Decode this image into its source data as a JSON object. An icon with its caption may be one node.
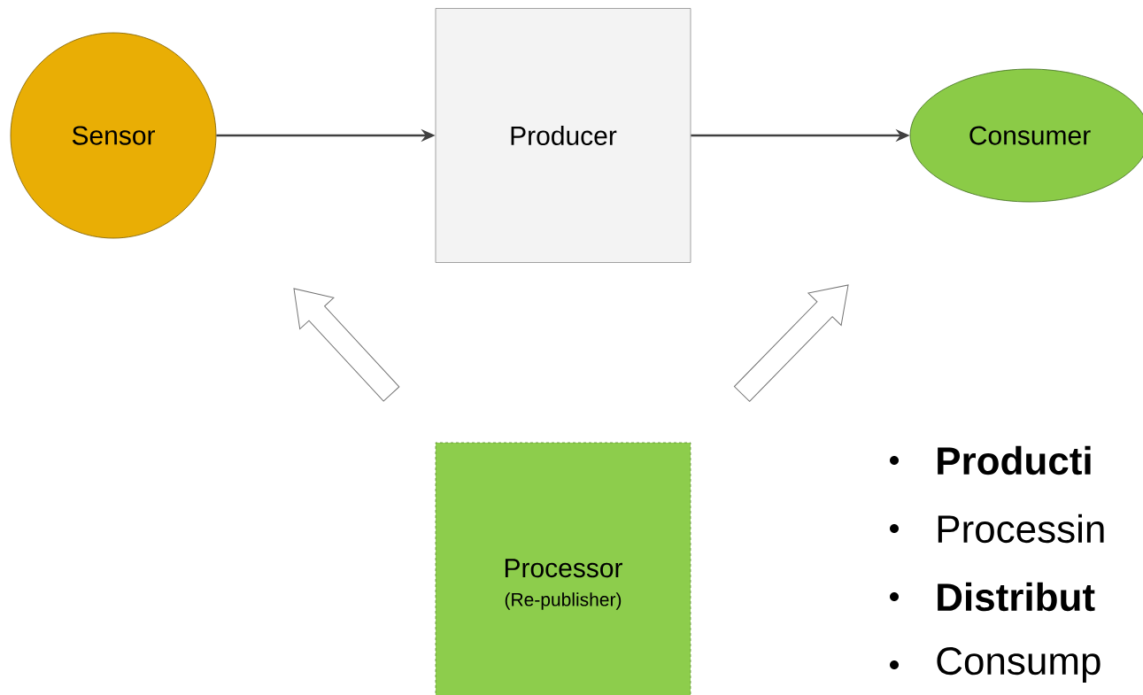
{
  "diagram": {
    "nodes": [
      {
        "text": [
          "Sensor"
        ]
      },
      {
        "text": [
          "Producer"
        ]
      },
      {
        "text": [
          "Consumer"
        ]
      },
      {
        "text": [
          "Processor",
          "(Re-publisher)"
        ]
      }
    ],
    "edges": [
      {
        "from": 0,
        "to": 1,
        "arrow": "to"
      },
      {
        "from": 1,
        "to": 2,
        "arrow": "to"
      }
    ],
    "labels": [
      "Producti",
      "Processin",
      "Distribut",
      "Consump"
    ]
  }
}
